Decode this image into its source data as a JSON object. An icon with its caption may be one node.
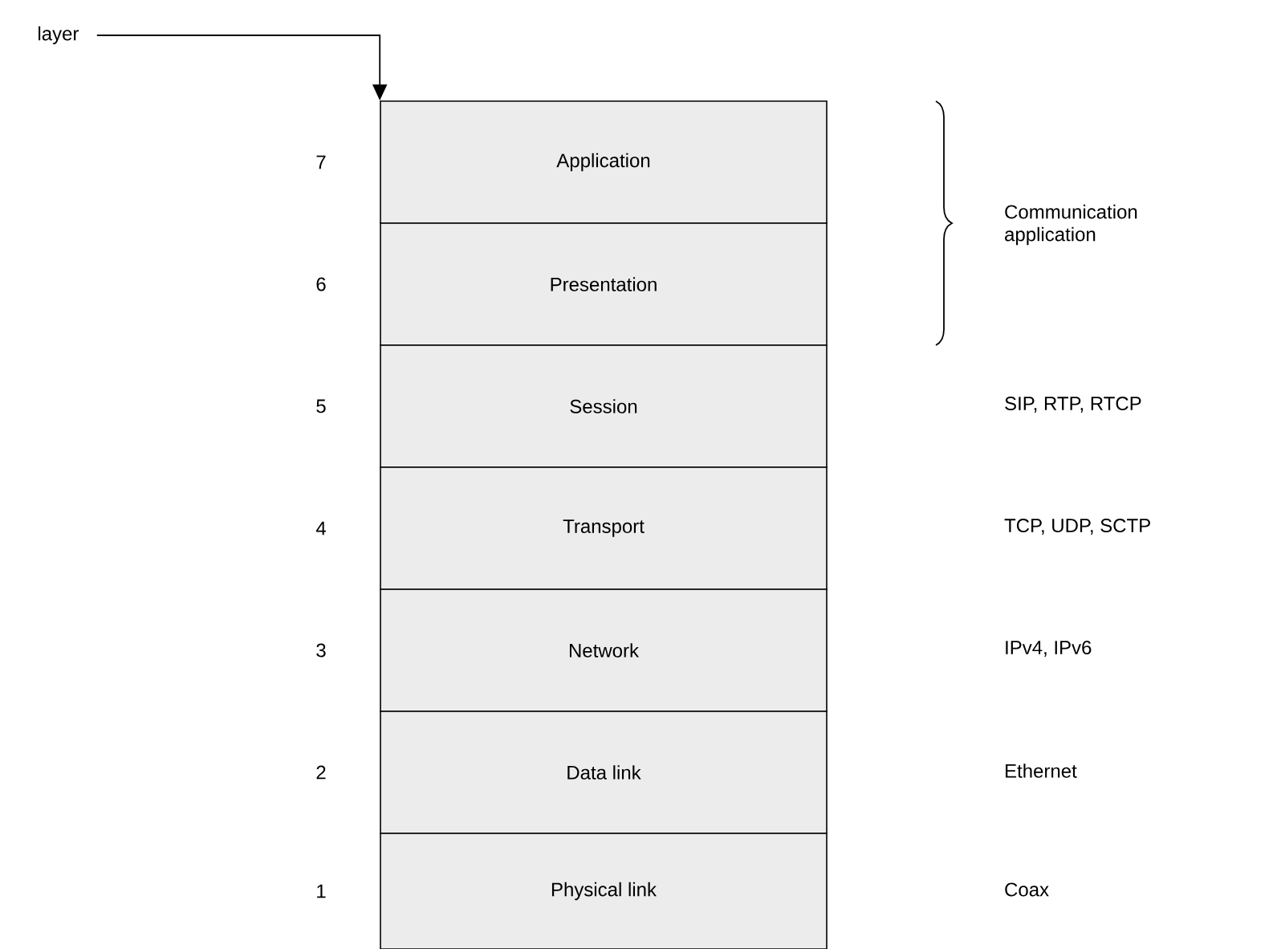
{
  "diagram": {
    "nodes": [
      {
        "text": [
          "layer"
        ]
      },
      {
        "text": [
          "Application"
        ],
        "beside": [
          "7"
        ]
      },
      {
        "text": [
          "Presentation"
        ],
        "beside": [
          "6"
        ]
      },
      {
        "text": [
          "Session"
        ],
        "beside": [
          "5"
        ]
      },
      {
        "text": [
          "Transport"
        ],
        "beside": [
          "4"
        ]
      },
      {
        "text": [
          "Network"
        ],
        "beside": [
          "3"
        ]
      },
      {
        "text": [
          "Data link"
        ],
        "beside": [
          "2"
        ]
      },
      {
        "text": [
          "Physical link"
        ],
        "beside": [
          "1"
        ]
      }
    ],
    "edges": [
      {
        "from": 0,
        "to": 1,
        "arrow": "to"
      }
    ],
    "labels": [
      "Communication application",
      "SIP, RTP, RTCP",
      "TCP, UDP, SCTP",
      "IPv4, IPv6",
      "Ethernet",
      "Coax"
    ]
  }
}
